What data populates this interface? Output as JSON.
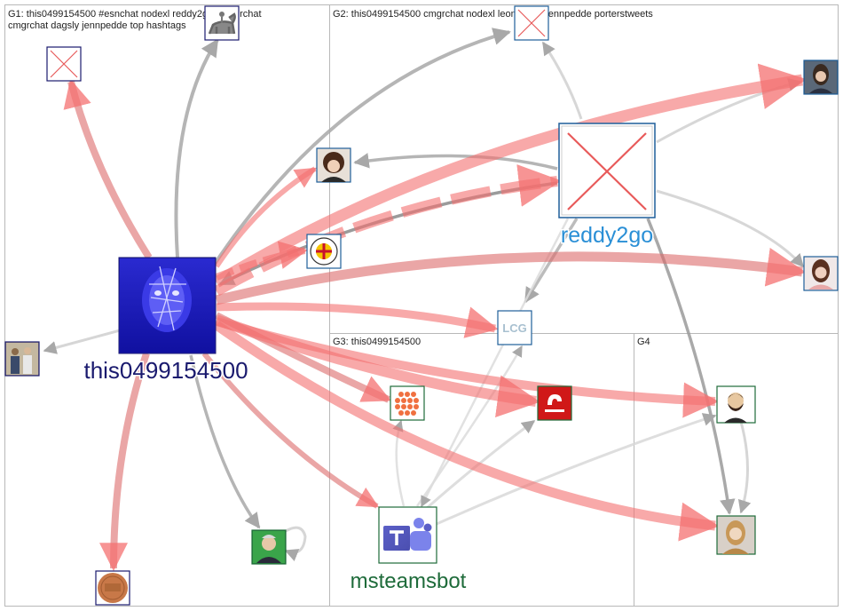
{
  "panels": [
    {
      "id": "G1",
      "label_lines": [
        "G1: this0499154500 #esnchat nodexl reddy2go #cmgrchat",
        "cmgrchat dagsly jennpedde top hashtags"
      ]
    },
    {
      "id": "G2",
      "label_lines": [
        "G2: this0499154500 cmgrchat nodexl leonigroup jennpedde porterstweets"
      ]
    },
    {
      "id": "G3",
      "label_lines": [
        "G3: this0499154500"
      ]
    },
    {
      "id": "G4",
      "label_lines": [
        "G4"
      ]
    }
  ],
  "labels": {
    "this0499154500": "this0499154500",
    "reddy2go": "reddy2go",
    "msteamsbot": "msteamsbot"
  },
  "label_colors": {
    "this0499154500": "#1a1a6e",
    "reddy2go": "#2a8fd6",
    "msteamsbot": "#1e6b3a"
  },
  "edge_colors": {
    "strong": "#f47070",
    "weak": "#a8a8a8"
  },
  "nodes": [
    {
      "id": "this0499154500",
      "icon": "face-mask-portrait-icon",
      "border": "#1a1a6e"
    },
    {
      "id": "reddy2go",
      "icon": "broken-image-icon",
      "border": "#1f5f9a"
    },
    {
      "id": "msteamsbot",
      "icon": "microsoft-teams-logo-icon",
      "border": "#1e6b3a"
    },
    {
      "id": "g1-broken",
      "icon": "broken-image-icon",
      "border": "#1a1a6e"
    },
    {
      "id": "g1-horse",
      "icon": "horse-rider-icon",
      "border": "#1a1a6e"
    },
    {
      "id": "g1-couple",
      "icon": "people-photo-icon",
      "border": "#1a1a6e"
    },
    {
      "id": "g1-penny",
      "icon": "penny-coin-icon",
      "border": "#1a1a6e"
    },
    {
      "id": "g1-man",
      "icon": "man-portrait-icon",
      "border": "#1e6b3a"
    },
    {
      "id": "g2-woman-curly",
      "icon": "woman-portrait-icon",
      "border": "#1f5f9a"
    },
    {
      "id": "g2-seal",
      "icon": "university-seal-icon",
      "border": "#1f5f9a"
    },
    {
      "id": "g2-broken-top",
      "icon": "broken-image-icon",
      "border": "#1f5f9a"
    },
    {
      "id": "g2-woman-top-right",
      "icon": "woman-portrait-icon",
      "border": "#1f5f9a"
    },
    {
      "id": "g2-woman-right",
      "icon": "woman-portrait-icon",
      "border": "#1f5f9a"
    },
    {
      "id": "g2-lcg",
      "icon": "lcg-logo-icon",
      "border": "#1f5f9a"
    },
    {
      "id": "g3-orange-grid",
      "icon": "orange-dots-logo-icon",
      "border": "#1e6b3a"
    },
    {
      "id": "g3-swoop",
      "icon": "swoop-logo-icon",
      "border": "#1e6b3a"
    },
    {
      "id": "g4-bearded-man",
      "icon": "cartoon-man-icon",
      "border": "#1e6b3a"
    },
    {
      "id": "g4-blonde-woman",
      "icon": "woman-portrait-icon",
      "border": "#1e6b3a"
    }
  ]
}
